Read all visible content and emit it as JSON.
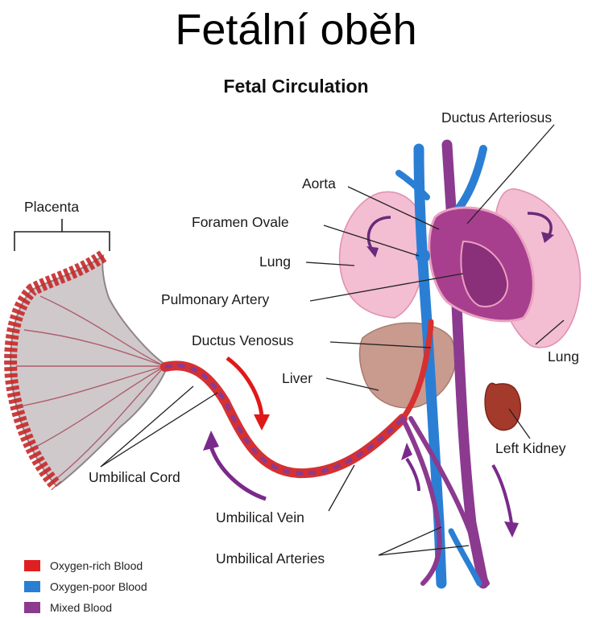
{
  "title": "Fetální oběh",
  "subtitle": "Fetal Circulation",
  "labels": {
    "ductus_arteriosus": "Ductus Arteriosus",
    "aorta": "Aorta",
    "placenta": "Placenta",
    "foramen_ovale": "Foramen Ovale",
    "lung_left": "Lung",
    "pulmonary_artery": "Pulmonary Artery",
    "ductus_venosus": "Ductus Venosus",
    "lung_right": "Lung",
    "liver": "Liver",
    "umbilical_cord": "Umbilical Cord",
    "left_kidney": "Left Kidney",
    "umbilical_vein": "Umbilical Vein",
    "umbilical_arteries": "Umbilical Arteries"
  },
  "legend": [
    {
      "label": "Oxygen-rich Blood",
      "color": "#e02020"
    },
    {
      "label": "Oxygen-poor Blood",
      "color": "#2a7fd4"
    },
    {
      "label": "Mixed Blood",
      "color": "#8b3a8f"
    }
  ],
  "colors": {
    "oxygen_rich": "#e02020",
    "oxygen_poor": "#2a7fd4",
    "mixed": "#8b3a8f",
    "lung": "#f2b8cf",
    "liver": "#c99a8e",
    "kidney": "#a43a2c",
    "flow_arrow_red": "#e01818",
    "flow_arrow_purple": "#7a2a8a"
  }
}
